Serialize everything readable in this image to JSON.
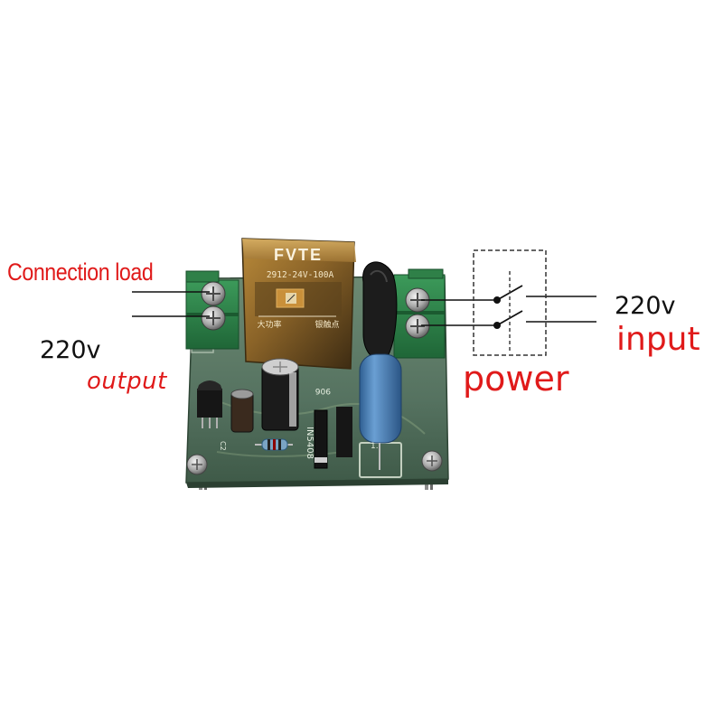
{
  "labels": {
    "connection_load": "Connection load",
    "left_voltage": "220v",
    "output": "output",
    "right_voltage": "220v",
    "input": "input",
    "power": "power"
  },
  "relay": {
    "brand": "FVTE",
    "model": "2912-24V-100A",
    "left_marking": "大功率",
    "right_marking": "银触点"
  },
  "silkscreen": {
    "diode": "IN5408",
    "cap_mark": "906",
    "mark_1": "1.",
    "mark_2": "C2"
  },
  "colors": {
    "pcb": "#56735f",
    "terminal": "#2f8048",
    "label_red": "#e01a1a",
    "capacitor_blue": "#4a80b8"
  }
}
